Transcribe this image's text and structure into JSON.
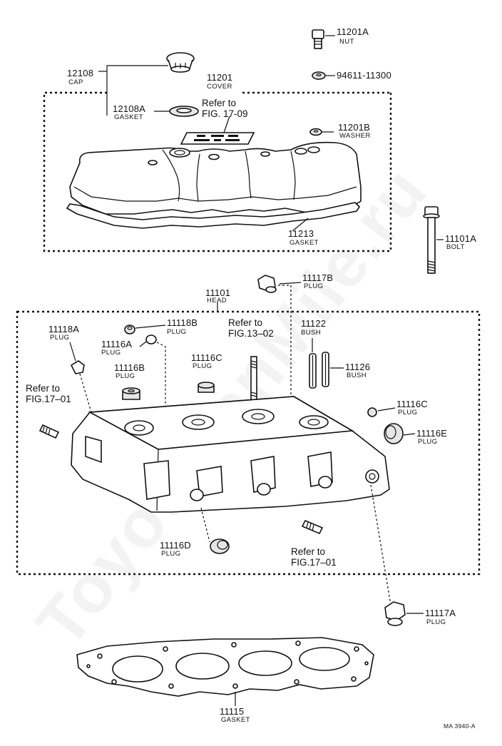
{
  "watermark": "ToyotaFanMile.ru",
  "drawing_code": "MA 3940-A",
  "parts": {
    "nut": {
      "number": "11201A",
      "name": "NUT"
    },
    "oring": {
      "number": "94611-11300"
    },
    "cap": {
      "number": "12108",
      "name": "CAP"
    },
    "cover": {
      "number": "11201",
      "name": "COVER"
    },
    "cap_gasket": {
      "number": "12108A",
      "name": "GASKET"
    },
    "washer": {
      "number": "11201B",
      "name": "WASHER"
    },
    "cov_gasket": {
      "number": "11213",
      "name": "GASKET"
    },
    "bolt": {
      "number": "11101A",
      "name": "BOLT"
    },
    "plug_117b": {
      "number": "11117B",
      "name": "PLUG"
    },
    "head": {
      "number": "11101",
      "name": "HEAD"
    },
    "plug_118b": {
      "number": "11118B",
      "name": "PLUG"
    },
    "plug_118a": {
      "number": "11118A",
      "name": "PLUG"
    },
    "plug_116a": {
      "number": "11116A",
      "name": "PLUG"
    },
    "bush_122": {
      "number": "11122",
      "name": "BUSH"
    },
    "bush_126": {
      "number": "11126",
      "name": "BUSH"
    },
    "plug_116c1": {
      "number": "11116C",
      "name": "PLUG"
    },
    "plug_116b": {
      "number": "11116B",
      "name": "PLUG"
    },
    "plug_116c2": {
      "number": "11116C",
      "name": "PLUG"
    },
    "plug_116e": {
      "number": "11116E",
      "name": "PLUG"
    },
    "plug_116d": {
      "number": "11116D",
      "name": "PLUG"
    },
    "plug_117a": {
      "number": "11117A",
      "name": "PLUG"
    },
    "head_gasket": {
      "number": "11115",
      "name": "GASKET"
    }
  },
  "refs": {
    "fig_17_09": "Refer to\nFIG. 17-09",
    "fig_13_02": "Refer to\nFIG.13–02",
    "fig_17_01_left": "Refer to\nFIG.17–01",
    "fig_17_01_bottom": "Refer to\nFIG.17–01"
  }
}
